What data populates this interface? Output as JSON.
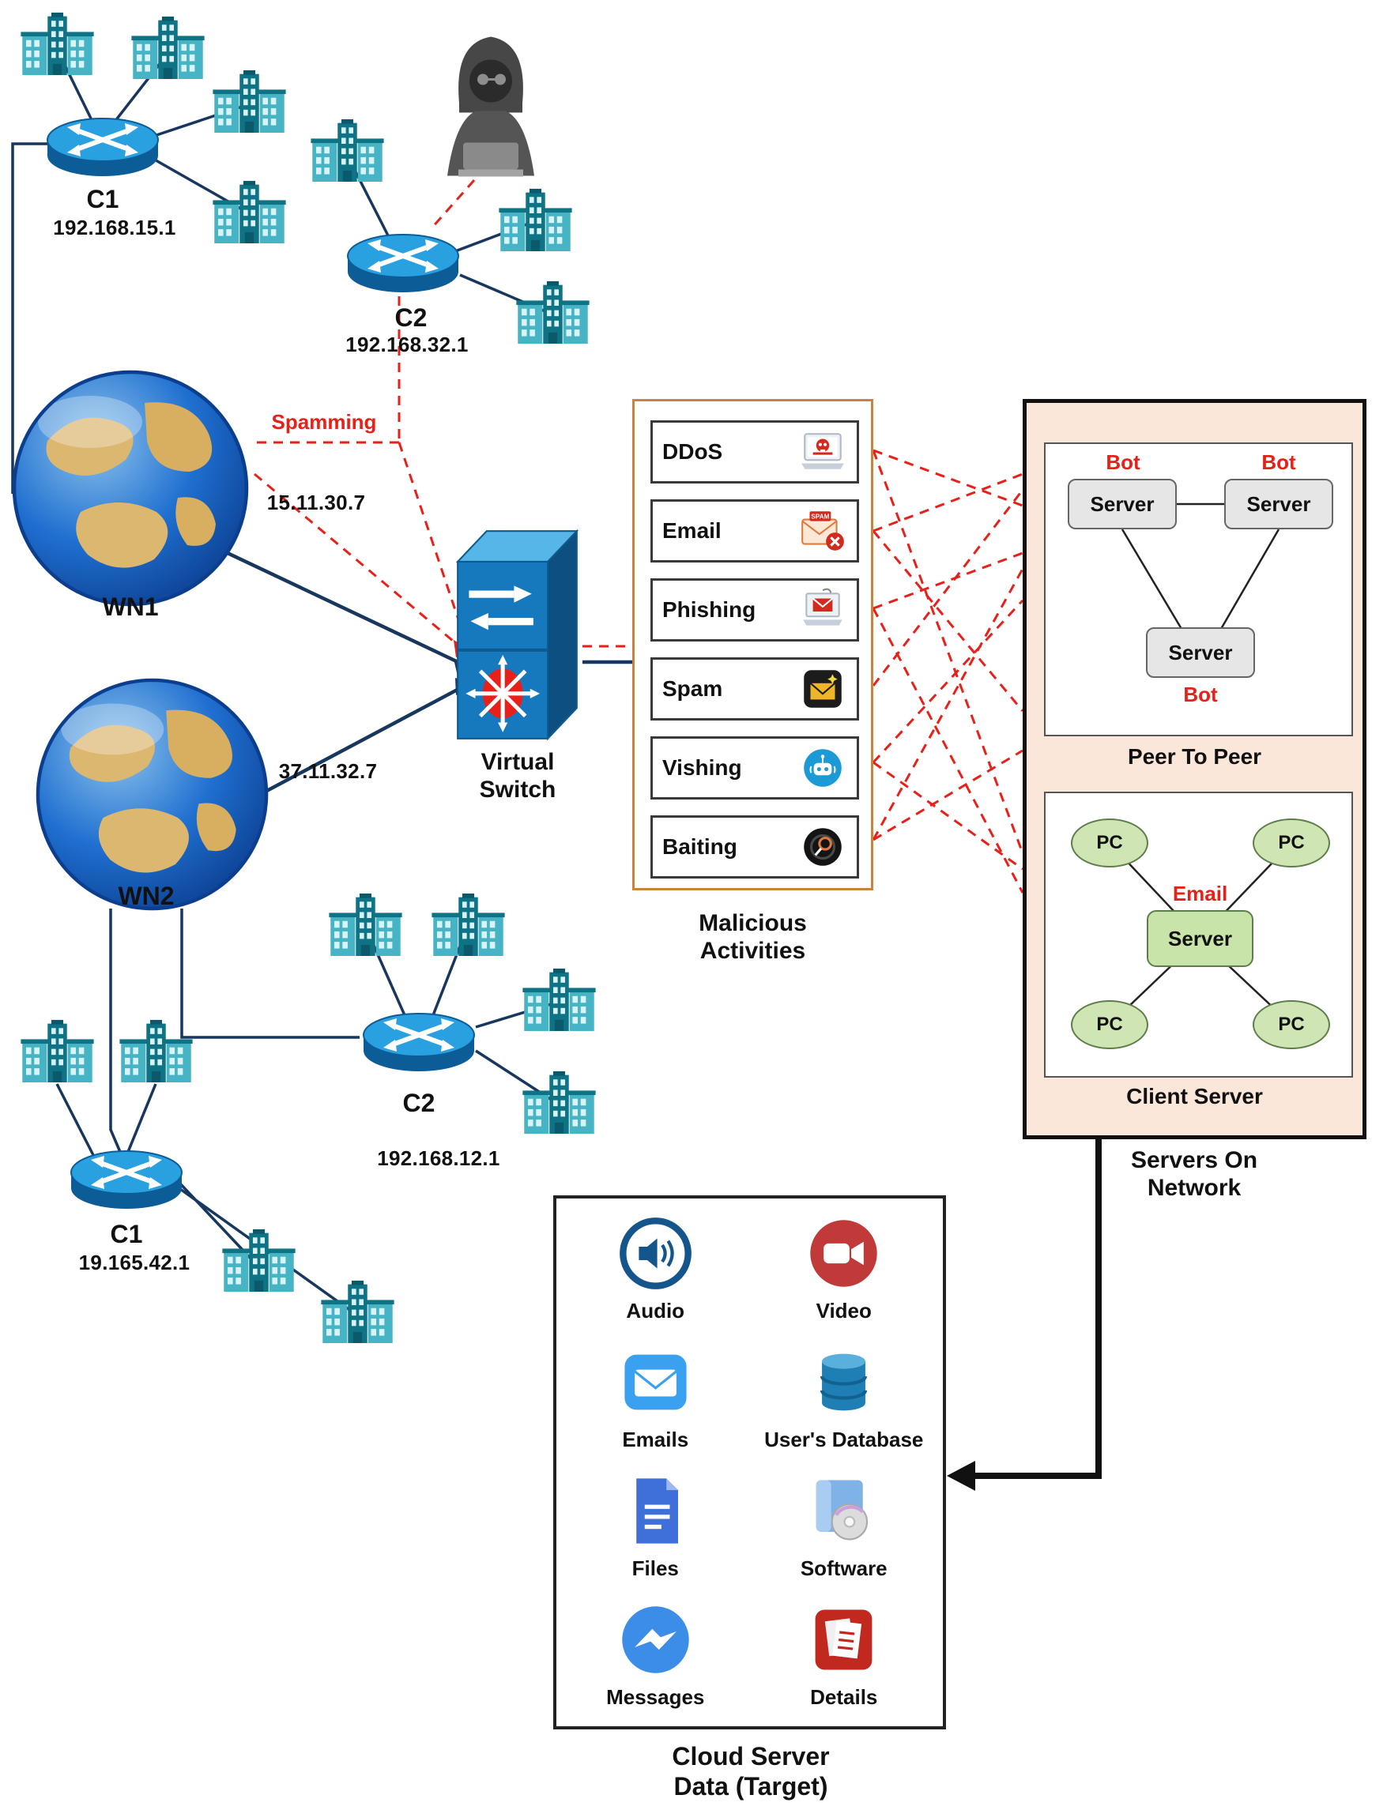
{
  "clusters": {
    "top_left": {
      "router": "C1",
      "ip": "192.168.15.1"
    },
    "top_mid": {
      "router": "C2",
      "ip": "192.168.32.1"
    },
    "bottom_c2": {
      "router": "C2",
      "ip": "192.168.12.1"
    },
    "bottom_c1": {
      "router": "C1",
      "ip": "19.165.42.1"
    }
  },
  "wans": {
    "wn1": {
      "label": "WN1",
      "ip": "15.11.30.7"
    },
    "wn2": {
      "label": "WN2",
      "ip": "37.11.32.7"
    }
  },
  "spamming_label": "Spamming",
  "virtual_switch": {
    "label": "Virtual Switch"
  },
  "malicious": {
    "title": "Malicious Activities",
    "spam_badge": "SPAM",
    "items": [
      {
        "label": "DDoS",
        "icon": "ddos-laptop-skull-icon"
      },
      {
        "label": "Email",
        "icon": "spam-email-icon"
      },
      {
        "label": "Phishing",
        "icon": "phishing-laptop-icon"
      },
      {
        "label": "Spam",
        "icon": "spam-envelope-icon"
      },
      {
        "label": "Vishing",
        "icon": "vishing-bot-icon"
      },
      {
        "label": "Baiting",
        "icon": "baiting-scope-icon"
      }
    ]
  },
  "servers_on_network": {
    "title": "Servers On Network",
    "peer_to_peer": {
      "title": "Peer To Peer",
      "bot_label": "Bot",
      "servers": [
        "Server",
        "Server",
        "Server"
      ]
    },
    "client_server": {
      "title": "Client Server",
      "email_label": "Email",
      "server_label": "Server",
      "pcs": [
        "PC",
        "PC",
        "PC",
        "PC"
      ]
    }
  },
  "cloud": {
    "title_line1": "Cloud Server",
    "title_line2": "Data (Target)",
    "items": [
      {
        "label": "Audio",
        "icon": "audio-icon"
      },
      {
        "label": "Video",
        "icon": "video-icon"
      },
      {
        "label": "Emails",
        "icon": "emails-icon"
      },
      {
        "label": "User's Database",
        "icon": "database-icon"
      },
      {
        "label": "Files",
        "icon": "files-icon"
      },
      {
        "label": "Software",
        "icon": "software-icon"
      },
      {
        "label": "Messages",
        "icon": "messages-icon"
      },
      {
        "label": "Details",
        "icon": "details-icon"
      }
    ]
  },
  "colors": {
    "alert_red": "#e8201a",
    "link_navy": "#17375e",
    "servers_panel_bg": "#fae7da",
    "malicious_border": "#c8833c"
  }
}
